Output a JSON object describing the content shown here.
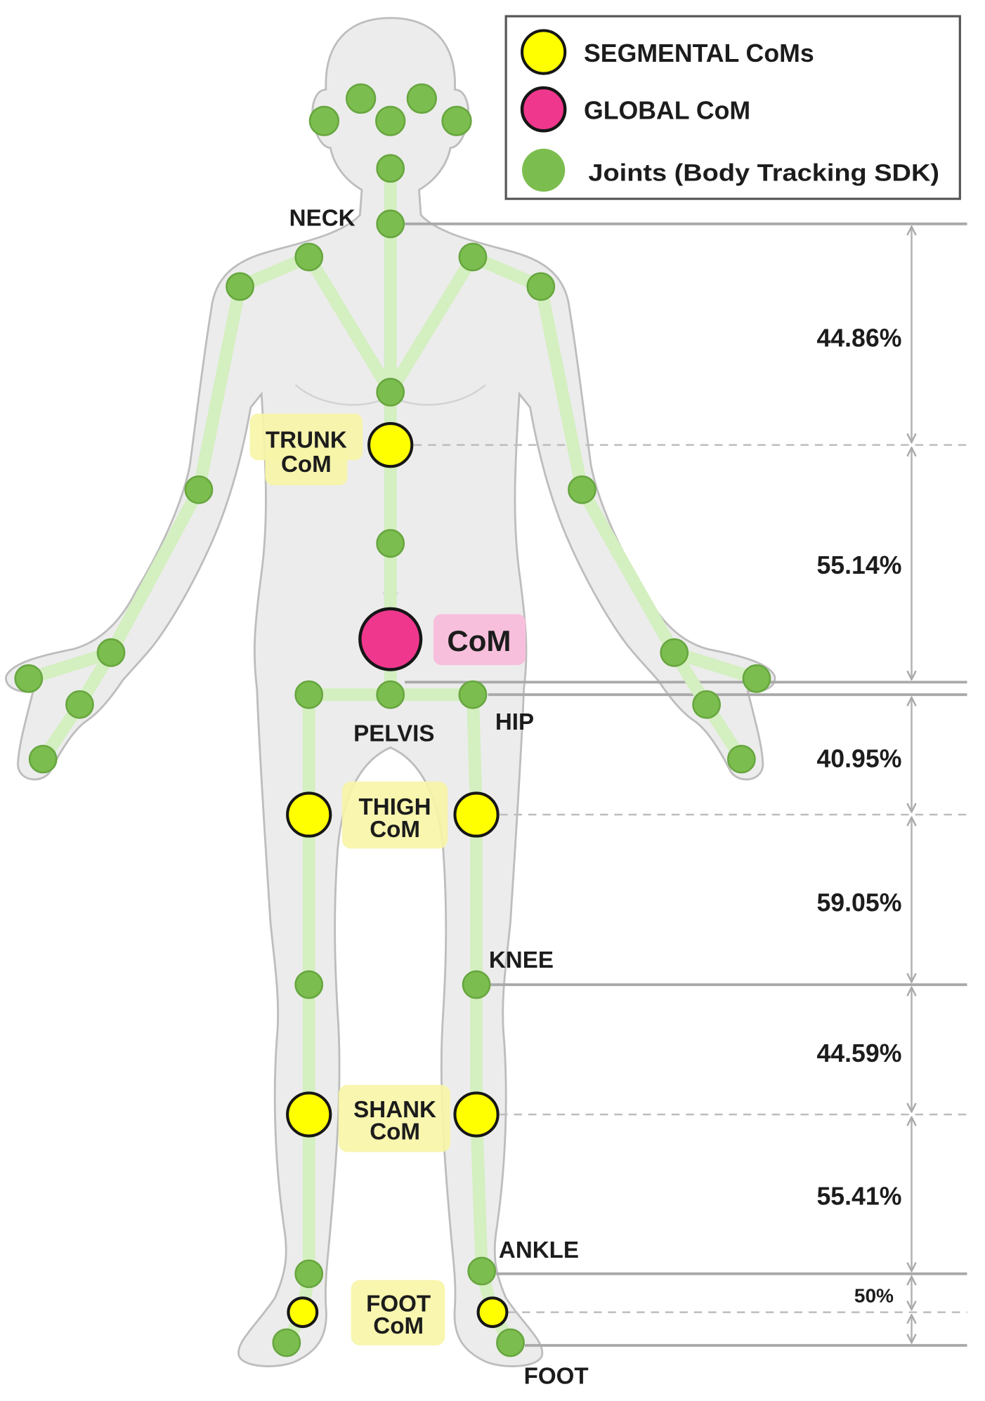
{
  "legend": {
    "segmental_com": {
      "label": "SEGMENTAL CoMs",
      "marker": "yellow-circle"
    },
    "global_com": {
      "label": "GLOBAL CoM",
      "marker": "pink-circle"
    },
    "joints": {
      "label": "Joints (Body Tracking SDK)",
      "marker": "green-dot"
    }
  },
  "joint_labels": {
    "neck": "NECK",
    "pelvis": "PELVIS",
    "hip": "HIP",
    "knee": "KNEE",
    "ankle": "ANKLE",
    "foot": "FOOT"
  },
  "com_labels": {
    "trunk": {
      "line1": "TRUNK",
      "line2": "CoM"
    },
    "global": "CoM",
    "thigh": {
      "line1": "THIGH",
      "line2": "CoM"
    },
    "shank": {
      "line1": "SHANK",
      "line2": "CoM"
    },
    "foot": {
      "line1": "FOOT",
      "line2": "CoM"
    }
  },
  "segment_percentages": {
    "trunk_upper": "44.86%",
    "trunk_lower": "55.14%",
    "thigh_upper": "40.95%",
    "thigh_lower": "59.05%",
    "shank_upper": "44.59%",
    "shank_lower": "55.41%",
    "foot": "50%"
  },
  "colors": {
    "segmental_com": "#ffff00",
    "global_com": "#f0378e",
    "joint": "#7cbd4f",
    "bone": "#d4efc0",
    "segmental_label_bg": "#f7f5a6",
    "global_label_bg": "#f7bfdc"
  }
}
